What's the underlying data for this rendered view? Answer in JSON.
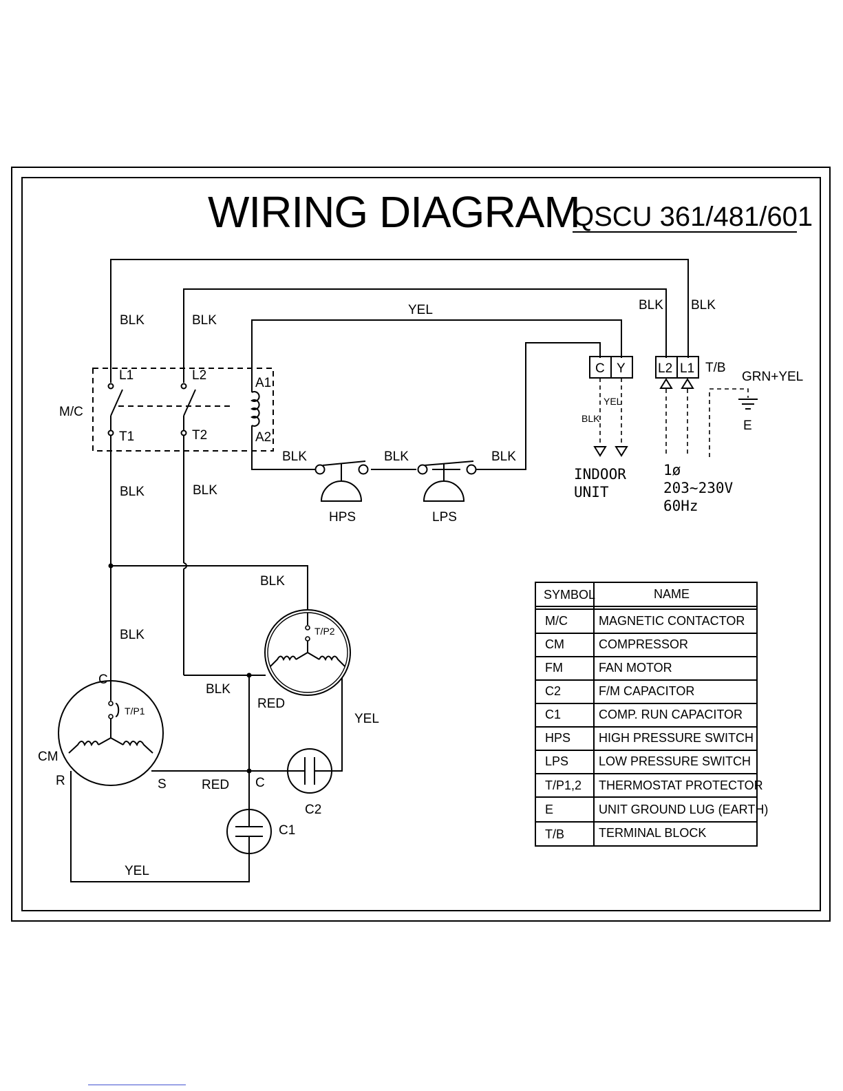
{
  "diagram": {
    "title": "WIRING DIAGRAM",
    "model": "QSCU 361/481/601",
    "wire_labels": {
      "blk": "BLK",
      "yel": "YEL",
      "red": "RED",
      "grn_yel": "GRN+YEL"
    },
    "contactor": {
      "name": "M/C",
      "l1": "L1",
      "l2": "L2",
      "t1": "T1",
      "t2": "T2",
      "a1": "A1",
      "a2": "A2"
    },
    "switches": {
      "hps": "HPS",
      "lps": "LPS"
    },
    "compressor": {
      "name": "CM",
      "c": "C",
      "r": "R",
      "s": "S",
      "protector": "T/P1"
    },
    "fan_motor": {
      "protector": "T/P2"
    },
    "capacitors": {
      "c1": "C1",
      "c2": "C2",
      "node_c": "C"
    },
    "indoor_terminal": {
      "c": "C",
      "y": "Y",
      "label_line1": "INDOOR",
      "label_line2": "UNIT"
    },
    "power_terminal": {
      "l2": "L2",
      "l1": "L1",
      "name": "T/B"
    },
    "power_supply": {
      "phase": "1ø",
      "voltage": "203~230V",
      "frequency": "60Hz"
    },
    "ground": {
      "name": "E"
    }
  },
  "legend": {
    "headers": {
      "symbol": "SYMBOL",
      "name": "NAME"
    },
    "rows": [
      {
        "symbol": "M/C",
        "name": "MAGNETIC CONTACTOR"
      },
      {
        "symbol": "CM",
        "name": "COMPRESSOR"
      },
      {
        "symbol": "FM",
        "name": "FAN MOTOR"
      },
      {
        "symbol": "C2",
        "name": "F/M CAPACITOR"
      },
      {
        "symbol": "C1",
        "name": "COMP. RUN CAPACITOR"
      },
      {
        "symbol": "HPS",
        "name": "HIGH PRESSURE SWITCH"
      },
      {
        "symbol": "LPS",
        "name": "LOW PRESSURE SWITCH"
      },
      {
        "symbol": "T/P1,2",
        "name": "THERMOSTAT PROTECTOR"
      },
      {
        "symbol": "E",
        "name": "UNIT GROUND LUG (EARTH)"
      },
      {
        "symbol": "T/B",
        "name": "TERMINAL BLOCK"
      }
    ]
  }
}
